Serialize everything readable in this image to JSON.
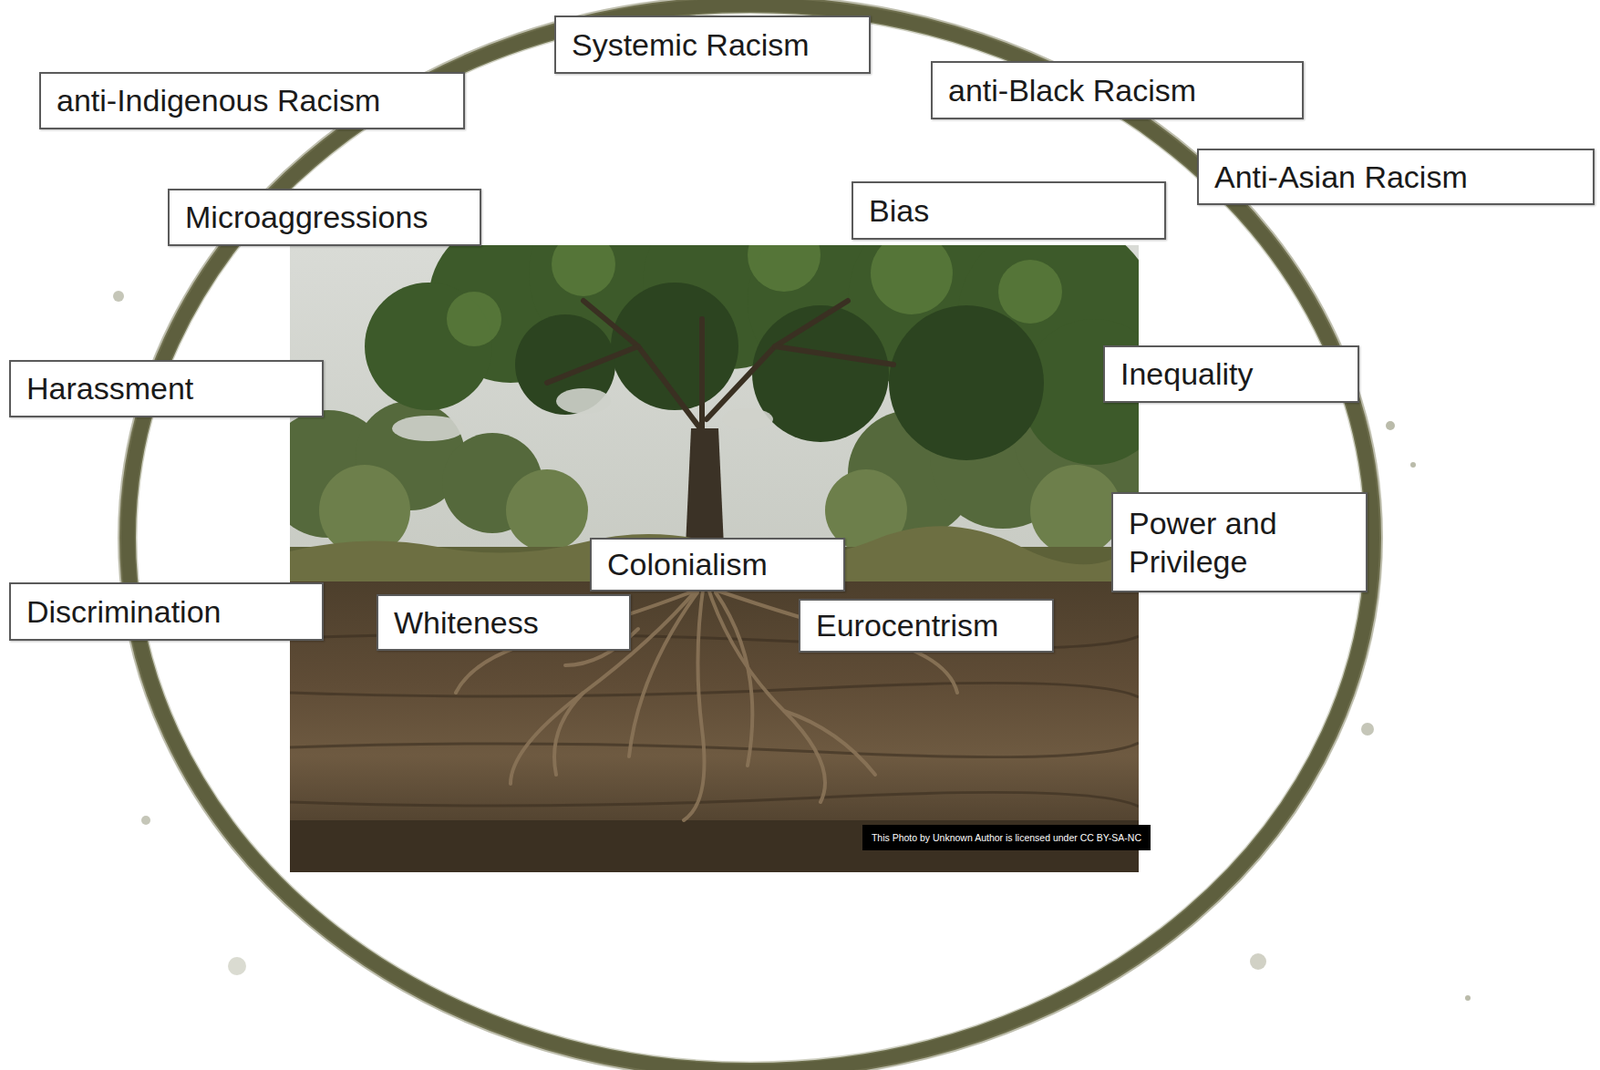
{
  "diagram": {
    "nodes": [
      {
        "text": [
          "Systemic Racism"
        ]
      },
      {
        "text": [
          "anti-Indigenous Racism"
        ]
      },
      {
        "text": [
          "anti-Black Racism"
        ]
      },
      {
        "text": [
          "Anti-Asian Racism"
        ]
      },
      {
        "text": [
          "Microaggressions"
        ]
      },
      {
        "text": [
          "Bias"
        ]
      },
      {
        "text": [
          "Harassment"
        ]
      },
      {
        "text": [
          "Inequality"
        ]
      },
      {
        "text": [
          "Power and Privilege"
        ]
      },
      {
        "text": [
          "Colonialism"
        ]
      },
      {
        "text": [
          "Discrimination"
        ]
      },
      {
        "text": [
          "Whiteness"
        ]
      },
      {
        "text": [
          "Eurocentrism"
        ]
      }
    ],
    "labels": [
      "This Photo by Unknown Author is licensed under CC BY-SA-NC"
    ]
  }
}
